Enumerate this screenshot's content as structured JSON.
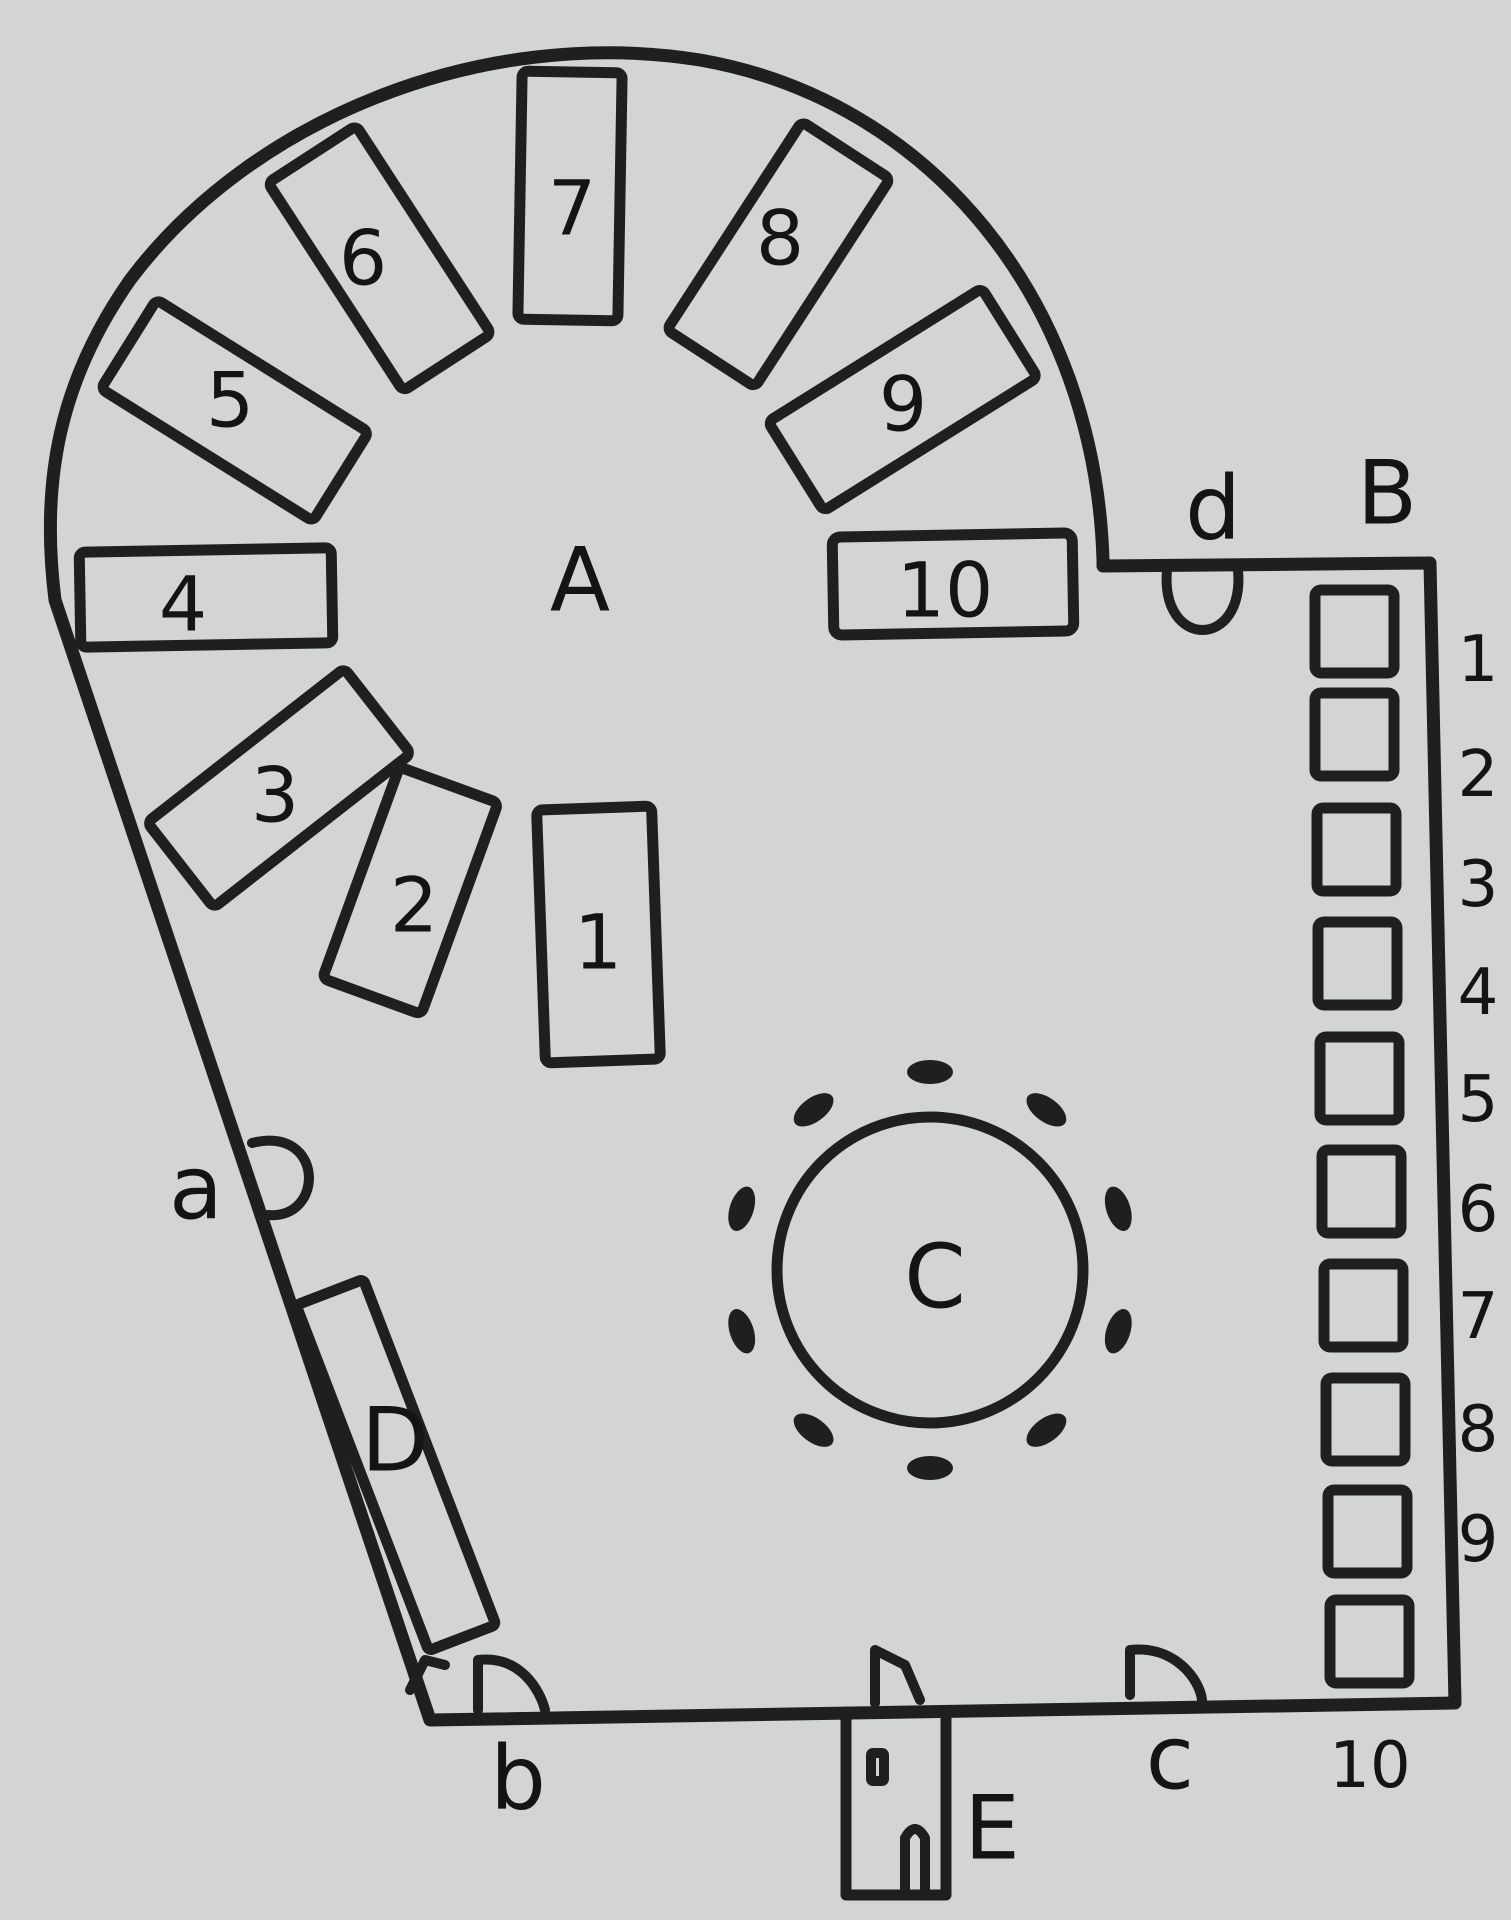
{
  "zone_labels": {
    "A": "A",
    "B": "B",
    "C": "C",
    "D": "D",
    "E": "E"
  },
  "door_labels": {
    "a": "a",
    "b": "b",
    "c": "c",
    "d": "d"
  },
  "fan_tables": [
    "1",
    "2",
    "3",
    "4",
    "5",
    "6",
    "7",
    "8",
    "9",
    "10"
  ],
  "wall_seats": [
    "1",
    "2",
    "3",
    "4",
    "5",
    "6",
    "7",
    "8",
    "9",
    "10"
  ],
  "colors": {
    "paper": "#d3d5d4",
    "ink": "#1f1f1f"
  }
}
